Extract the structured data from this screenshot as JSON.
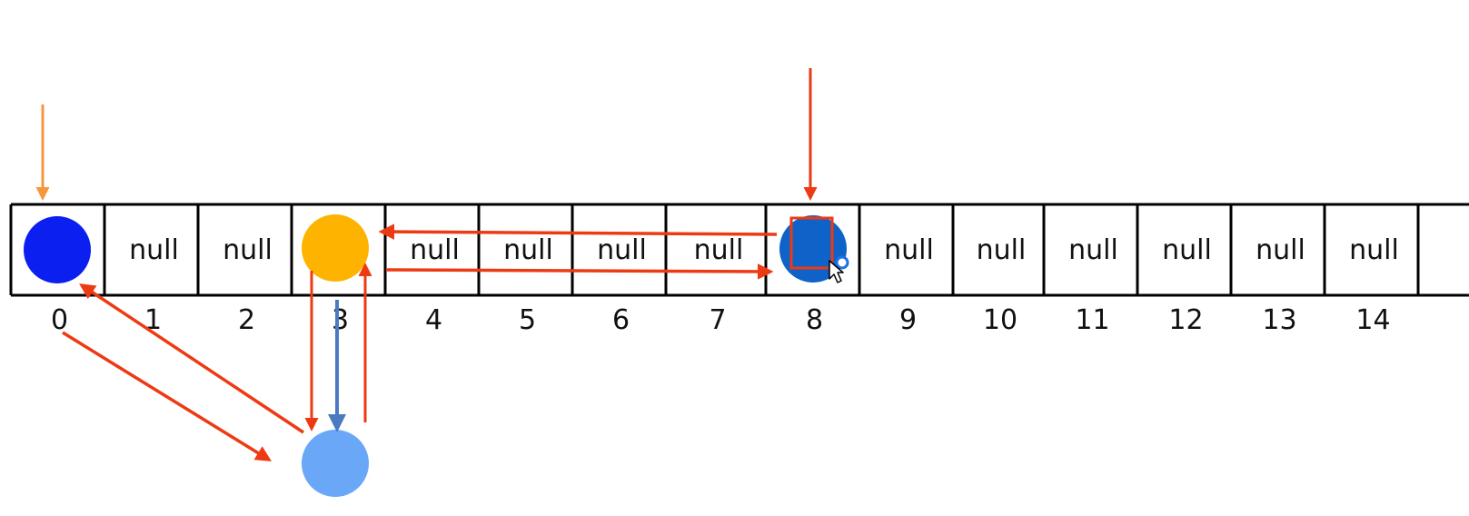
{
  "array": {
    "cells": [
      {
        "index": "0",
        "content": "",
        "node": "node-blue"
      },
      {
        "index": "1",
        "content": "null"
      },
      {
        "index": "2",
        "content": "null"
      },
      {
        "index": "3",
        "content": "",
        "node": "node-yellow"
      },
      {
        "index": "4",
        "content": "null"
      },
      {
        "index": "5",
        "content": "null"
      },
      {
        "index": "6",
        "content": "null"
      },
      {
        "index": "7",
        "content": "null"
      },
      {
        "index": "8",
        "content": "",
        "node": "node-dark-blue"
      },
      {
        "index": "9",
        "content": "null"
      },
      {
        "index": "10",
        "content": "null"
      },
      {
        "index": "11",
        "content": "null"
      },
      {
        "index": "12",
        "content": "null"
      },
      {
        "index": "13",
        "content": "null"
      },
      {
        "index": "14",
        "content": "null"
      }
    ]
  },
  "colors": {
    "node_blue": "#0a1ff0",
    "node_yellow": "#fdb300",
    "node_dark_blue": "#0f63c8",
    "node_light_blue": "#6aa8f7",
    "arrow_red": "#ee3a12",
    "arrow_orange": "#f7963c",
    "arrow_steel_blue": "#4a7bc0",
    "grid": "#000000"
  },
  "icons": {
    "cursor": "mouse-pointer-icon",
    "highlight": "selection-rectangle-icon"
  }
}
